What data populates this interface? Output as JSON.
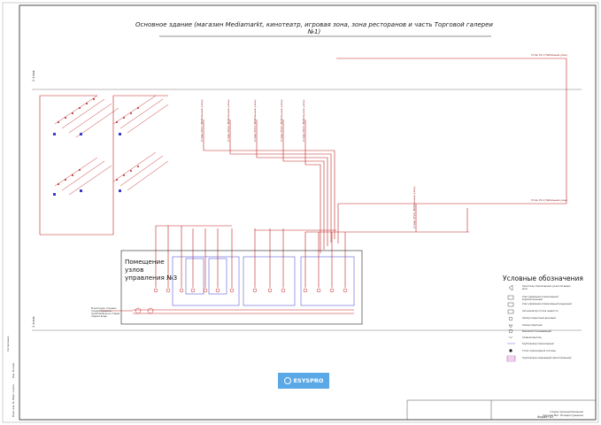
{
  "header": {
    "title": "Основное здание (магазин Mediamarkt, кинотеатр, игровая зона, зона ресторанов и часть Торговой галереи №1)"
  },
  "panel": {
    "title": "Помещение узлов управления №3"
  },
  "levels": {
    "upper": "2 этаж",
    "lower": "1 этаж"
  },
  "riser_labels": [
    "Стояк СП-1 (Небольшие узлы)",
    "Стояк СП-2 (Небольшие узлы)",
    "Стояк СП-3 (Небольшие узлы)",
    "Стояк СП-4 (Небольшие узлы)",
    "Стояк СП-5 (Небольшие узлы)",
    "Стояк СП-6 (Небольшие узлы)"
  ],
  "right_labels": [
    "Стояк СУ-1 (Небольшие узлы)",
    "Стояк СУ-2 (Небольшие узлы)"
  ],
  "inlet_note": "В насосную станцию пожаротушения, трубопровод на стадии подачи воды",
  "legend": {
    "title": "Условные обозначения",
    "items": [
      {
        "icon": "sprinkler-icon",
        "text": "Ороситель спринклерный, розеткой вверх/вниз"
      },
      {
        "icon": "valve-node-icon",
        "text": "Узел управления спринклерный водозаполненный"
      },
      {
        "icon": "valve-node-icon",
        "text": "Узел управления спринклерный воздушный"
      },
      {
        "icon": "signal-icon",
        "text": "Сигнализатор потока жидкости"
      },
      {
        "icon": "gate-valve-icon",
        "text": "Затвор поворотный дисковый"
      },
      {
        "icon": "check-valve-icon",
        "text": "Клапан обратный"
      },
      {
        "icon": "manometer-icon",
        "text": "Манометр показывающий"
      },
      {
        "icon": "drain-icon",
        "text": "Сливной вентиль"
      },
      {
        "icon": "pipe-icon",
        "text": "Трубопровод спринклерный"
      },
      {
        "icon": "riser-icon",
        "text": "Стояк спринклерной системы"
      },
      {
        "icon": "hatch-icon",
        "text": "Трубопровод подводящий (магистральный)"
      }
    ]
  },
  "logo": {
    "text": "ESYSPRO"
  },
  "title_block": {
    "line1": "Схема принципиальная",
    "line2": "Секция №3. Пожаротушение",
    "format": "Формат А3"
  },
  "stamp": {
    "label": "Согласовано",
    "fields": [
      "Инв. № подл.",
      "Подп. и дата",
      "Взам. инв. №"
    ]
  },
  "colors": {
    "pipe": "#c02020",
    "valve_frame": "#3a3ad0",
    "border": "#222222",
    "accent": "#5aa9e6"
  }
}
